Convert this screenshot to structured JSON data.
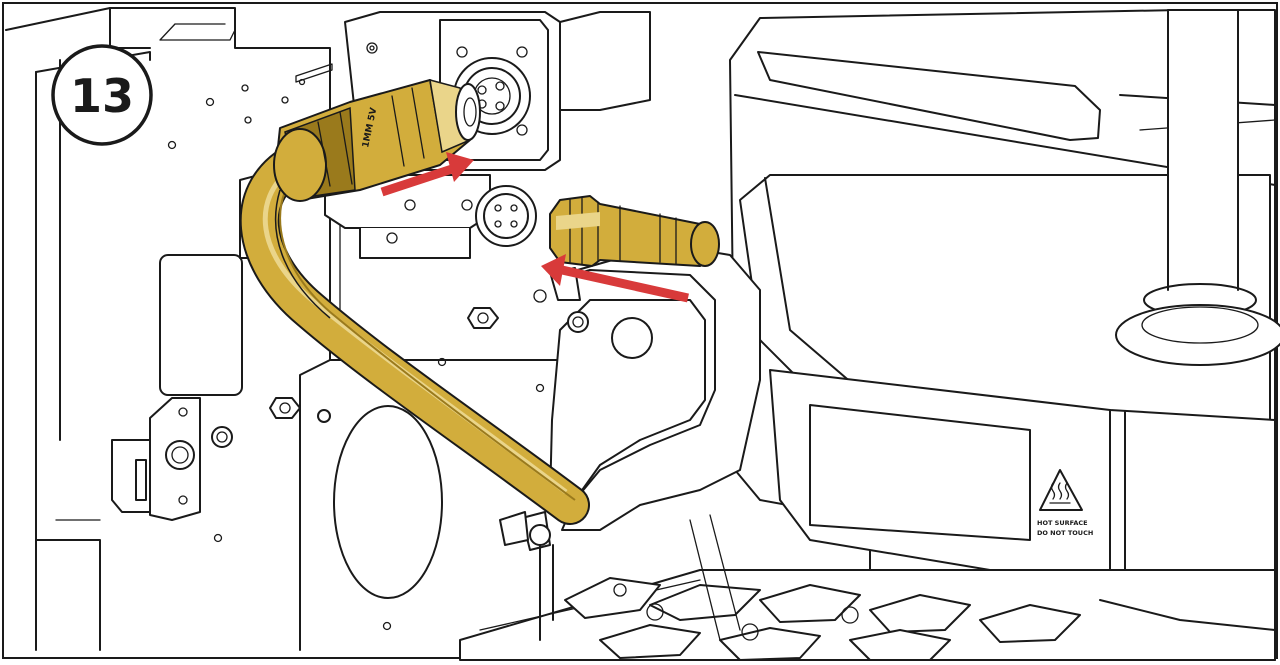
{
  "step": {
    "number": "13"
  },
  "connector_label": "1MM 5V",
  "warning_label": {
    "line1": "HOT SURFACE",
    "line2": "DO NOT TOUCH"
  },
  "colors": {
    "cable": "#d2ad3c",
    "cable_dark": "#9a7a1c",
    "cable_light": "#ead58a",
    "arrow": "#d83a3a",
    "line": "#1a1a1a",
    "background": "#ffffff"
  },
  "icons": {
    "hot_surface": "hot-surface-warning-icon",
    "arrow": "insertion-arrow-icon"
  }
}
